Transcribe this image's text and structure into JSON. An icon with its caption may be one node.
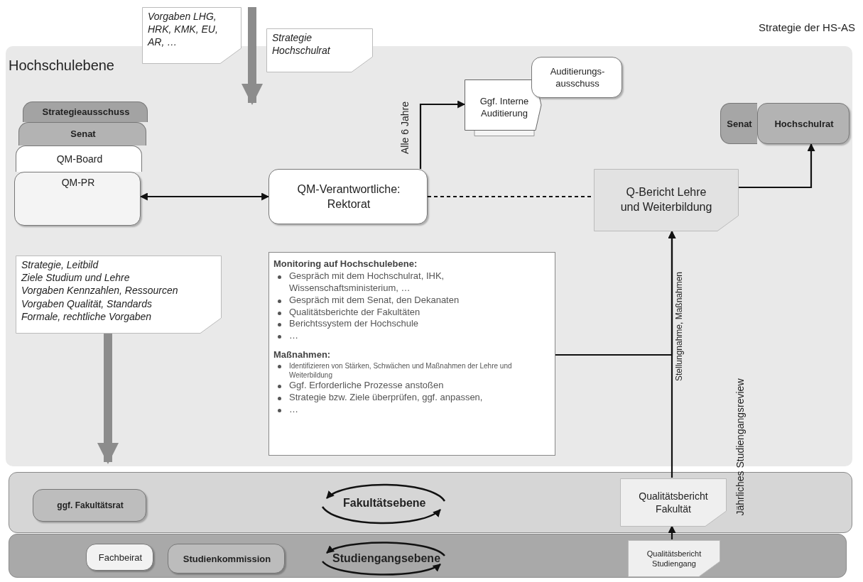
{
  "diagram": {
    "nodes": [
      {
        "text": [
          "Hochschulebene"
        ]
      },
      {
        "text": [
          "Vorgaben LHG, HRK, KMK, EU, AR, …"
        ]
      },
      {
        "text": [
          "Strategie Hochschulrat"
        ]
      },
      {
        "text": [
          "Strategieausschuss"
        ],
        "in": 0
      },
      {
        "text": [
          "Senat"
        ],
        "in": 0
      },
      {
        "text": [
          "QM-Board"
        ],
        "in": 0
      },
      {
        "text": [
          "QM-PR"
        ],
        "in": 0
      },
      {
        "text": [
          "QM-Verantwortliche: Rektorat"
        ],
        "in": 0
      },
      {
        "text": [
          "Ggf. Interne Auditierung"
        ],
        "in": 0
      },
      {
        "text": [
          "Auditierungs-ausschuss"
        ],
        "in": 0
      },
      {
        "text": [
          "Q-Bericht Lehre und Weiterbildung"
        ],
        "in": 0
      },
      {
        "text": [
          "Senat"
        ],
        "in": 0
      },
      {
        "text": [
          "Hochschulrat"
        ],
        "in": 0
      },
      {
        "text": [
          "Strategie, Leitbild",
          "Ziele Studium und Lehre",
          "Vorgaben Kennzahlen, Ressourcen",
          "Vorgaben Qualität, Standards",
          "Formale, rechtliche Vorgaben"
        ],
        "in": 0
      },
      {
        "text": [
          "Monitoring auf Hochschulebene:",
          "Gespräch mit dem Hochschulrat, IHK, Wissenschaftsministerium, …",
          "Gespräch mit dem Senat, den Dekanaten",
          "Qualitätsberichte der Fakultäten",
          "Berichtssystem der Hochschule",
          "…",
          "Maßnahmen:",
          "Identifizieren von Stärken, Schwächen und Maßnahmen der Lehre und Weiterbildung",
          "Ggf. Erforderliche Prozesse anstoßen",
          "Strategie bzw. Ziele überprüfen, ggf. anpassen,",
          "…"
        ],
        "in": 0
      },
      {
        "text": [
          "Fakultätsebene"
        ]
      },
      {
        "text": [
          "ggf. Fakultätsrat"
        ],
        "in": 15
      },
      {
        "text": [
          "Qualitätsbericht Fakultät"
        ],
        "in": 15
      },
      {
        "text": [
          "Studiengangsebene"
        ]
      },
      {
        "text": [
          "Fachbeirat"
        ],
        "in": 18
      },
      {
        "text": [
          "Studienkommission"
        ],
        "in": 18
      },
      {
        "text": [
          "Qualitätsbericht Studiengang"
        ],
        "in": 18
      }
    ],
    "edges": [
      {
        "from": 6,
        "to": 7,
        "arrow": "both"
      },
      {
        "from": 7,
        "to": 8,
        "arrow": "to",
        "label": "Alle 6 Jahre"
      },
      {
        "from": 7,
        "to": 10,
        "arrow": "none",
        "style": "dashed"
      },
      {
        "from": 10,
        "to": 12,
        "arrow": "to"
      },
      {
        "from": 17,
        "to": 10,
        "arrow": "to",
        "label": "Stellungnahme, Maßnahmen"
      },
      {
        "from": 14,
        "to": 10,
        "arrow": "to"
      },
      {
        "from": 21,
        "to": 17,
        "arrow": "to"
      },
      {
        "from": 13,
        "to": 15,
        "arrow": "to",
        "style": "thick",
        "color": "#8c8c8c"
      },
      {
        "from": null,
        "to": 0,
        "arrow": "to",
        "style": "thick",
        "color": "#8c8c8c"
      }
    ],
    "labels": [
      "Strategie der HS-AS",
      "Jährliches Studiengangsreview"
    ]
  }
}
